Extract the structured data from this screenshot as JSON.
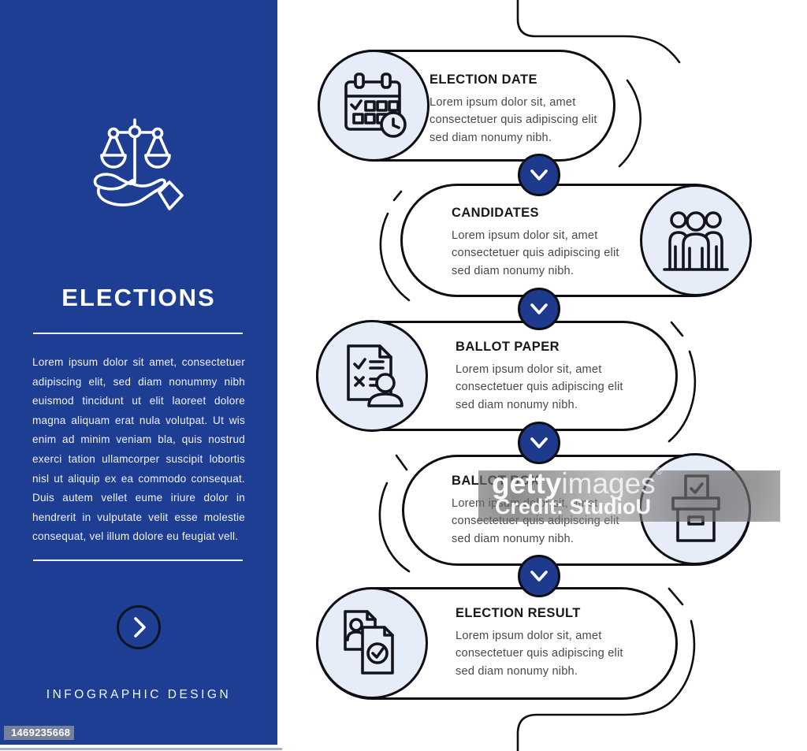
{
  "colors": {
    "sidebar_blue": "#1e3e94",
    "connector_blue": "#1d3a8c",
    "icon_circle_bg": "#e7edf8",
    "outline": "#0e0e14",
    "title_text": "#17171d",
    "body_text": "#46484e"
  },
  "sidebar": {
    "icon": "scales-of-justice-in-hand-icon",
    "title": "ELECTIONS",
    "description": "Lorem ipsum dolor sit amet, consectetuer adipiscing elit, sed diam nonummy nibh euismod tincidunt ut elit laoreet dolore magna aliquam erat nula volutpat. Ut wis enim ad minim veniam bla, quis nostrud exerci tation ullamcorper suscipit lobortis nisl ut aliquip ex ea commodo consequat. Duis autem vellet eume iriure dolor in hendrerit in vulputate velit esse molestie consequat, vel illum dolore eu feugiat vell.",
    "next_button_icon": "arrow-right-icon",
    "footer": "INFOGRAPHIC DESIGN"
  },
  "timeline": {
    "items": [
      {
        "title": "ELECTION DATE",
        "description": "Lorem ipsum dolor sit, amet consectetuer quis adipiscing elit sed diam nonumy nibh.",
        "icon": "calendar-clock-icon",
        "icon_side": "left"
      },
      {
        "title": "CANDIDATES",
        "description": "Lorem ipsum dolor sit, amet consectetuer quis adipiscing elit sed diam nonumy nibh.",
        "icon": "people-group-icon",
        "icon_side": "right"
      },
      {
        "title": "BALLOT PAPER",
        "description": "Lorem ipsum dolor sit, amet consectetuer quis adipiscing elit sed diam nonumy nibh.",
        "icon": "ballot-paper-checklist-icon",
        "icon_side": "left"
      },
      {
        "title": "BALLOT BOX",
        "description": "Lorem ipsum dolor sit, amet consectetuer quis adipiscing elit sed diam nonumy nibh.",
        "icon": "ballot-box-icon",
        "icon_side": "right"
      },
      {
        "title": "ELECTION RESULT",
        "description": "Lorem ipsum dolor sit, amet consectetuer quis adipiscing elit sed diam nonumy nibh.",
        "icon": "result-documents-icon",
        "icon_side": "left"
      }
    ]
  },
  "watermarks": {
    "brand_bold": "getty",
    "brand_light": "images",
    "brand_reg": "®",
    "credit": "Credit: StudioU",
    "image_id": "1469235668"
  }
}
